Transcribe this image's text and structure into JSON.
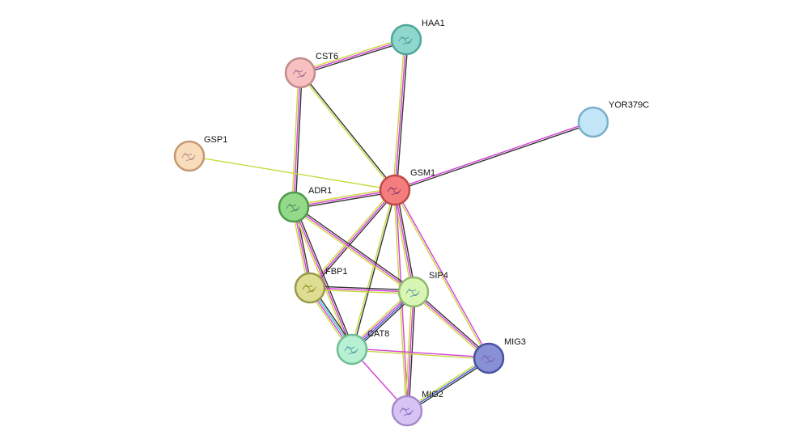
{
  "network": {
    "nodes": [
      {
        "id": "HAA1",
        "label": "HAA1",
        "fill": "#8fd6cc",
        "stroke": "#4ea79b",
        "glyph": "#3f8f86"
      },
      {
        "id": "CST6",
        "label": "CST6",
        "fill": "#f7c1c1",
        "stroke": "#c48a8a",
        "glyph": "#a05a8a"
      },
      {
        "id": "YOR379C",
        "label": "YOR379C",
        "fill": "#c2e6f8",
        "stroke": "#7aaec8",
        "glyph": "#c2e6f8"
      },
      {
        "id": "GSP1",
        "label": "GSP1",
        "fill": "#f8dcbb",
        "stroke": "#c49a72",
        "glyph": "#b07a8a"
      },
      {
        "id": "GSM1",
        "label": "GSM1",
        "fill": "#f47e7e",
        "stroke": "#c24848",
        "glyph": "#7a2a6a"
      },
      {
        "id": "ADR1",
        "label": "ADR1",
        "fill": "#92d98a",
        "stroke": "#4f9a48",
        "glyph": "#3a7a5a"
      },
      {
        "id": "FBP1",
        "label": "FBP1",
        "fill": "#dede92",
        "stroke": "#9a9a4c",
        "glyph": "#8a7a10"
      },
      {
        "id": "SIP4",
        "label": "SIP4",
        "fill": "#d8f5b4",
        "stroke": "#8fba6e",
        "glyph": "#4a8a9a"
      },
      {
        "id": "CAT8",
        "label": "CAT8",
        "fill": "#b8f0d4",
        "stroke": "#6fbe94",
        "glyph": "#3a8a9a"
      },
      {
        "id": "MIG3",
        "label": "MIG3",
        "fill": "#8890d6",
        "stroke": "#4a52a0",
        "glyph": "#7a5aa0"
      },
      {
        "id": "MIG2",
        "label": "MIG2",
        "fill": "#d8c4f4",
        "stroke": "#a48cc8",
        "glyph": "#7a5ab0"
      }
    ],
    "edge_colors": {
      "black": "#333333",
      "magenta": "#d63ed6",
      "yellow": "#c8d83c",
      "blue": "#3c5ad6",
      "cyan": "#3cc8d6",
      "purple": "#5a3c8a"
    },
    "edges": [
      {
        "from": "HAA1",
        "to": "CST6",
        "types": [
          "black",
          "magenta",
          "yellow"
        ]
      },
      {
        "from": "HAA1",
        "to": "GSM1",
        "types": [
          "black",
          "magenta",
          "yellow"
        ]
      },
      {
        "from": "CST6",
        "to": "GSM1",
        "types": [
          "black",
          "yellow"
        ]
      },
      {
        "from": "CST6",
        "to": "ADR1",
        "types": [
          "black",
          "magenta",
          "yellow"
        ]
      },
      {
        "from": "YOR379C",
        "to": "GSM1",
        "types": [
          "black",
          "magenta"
        ]
      },
      {
        "from": "GSP1",
        "to": "GSM1",
        "types": [
          "yellow"
        ]
      },
      {
        "from": "GSM1",
        "to": "ADR1",
        "types": [
          "black",
          "magenta",
          "yellow"
        ]
      },
      {
        "from": "GSM1",
        "to": "FBP1",
        "types": [
          "black",
          "magenta",
          "yellow"
        ]
      },
      {
        "from": "GSM1",
        "to": "SIP4",
        "types": [
          "black",
          "magenta",
          "yellow"
        ]
      },
      {
        "from": "GSM1",
        "to": "CAT8",
        "types": [
          "black",
          "yellow"
        ]
      },
      {
        "from": "GSM1",
        "to": "MIG3",
        "types": [
          "magenta",
          "yellow"
        ]
      },
      {
        "from": "GSM1",
        "to": "MIG2",
        "types": [
          "magenta",
          "yellow"
        ]
      },
      {
        "from": "ADR1",
        "to": "FBP1",
        "types": [
          "black",
          "magenta",
          "yellow"
        ]
      },
      {
        "from": "ADR1",
        "to": "SIP4",
        "types": [
          "black",
          "magenta",
          "yellow"
        ]
      },
      {
        "from": "ADR1",
        "to": "CAT8",
        "types": [
          "black",
          "magenta",
          "yellow"
        ]
      },
      {
        "from": "FBP1",
        "to": "SIP4",
        "types": [
          "black",
          "magenta",
          "yellow"
        ]
      },
      {
        "from": "FBP1",
        "to": "CAT8",
        "types": [
          "black",
          "cyan",
          "magenta",
          "yellow"
        ]
      },
      {
        "from": "SIP4",
        "to": "CAT8",
        "types": [
          "black",
          "blue",
          "magenta",
          "yellow"
        ]
      },
      {
        "from": "SIP4",
        "to": "MIG3",
        "types": [
          "black",
          "magenta",
          "yellow"
        ]
      },
      {
        "from": "SIP4",
        "to": "MIG2",
        "types": [
          "black",
          "magenta",
          "yellow"
        ]
      },
      {
        "from": "CAT8",
        "to": "MIG3",
        "types": [
          "magenta",
          "yellow"
        ]
      },
      {
        "from": "CAT8",
        "to": "MIG2",
        "types": [
          "magenta"
        ]
      },
      {
        "from": "MIG3",
        "to": "MIG2",
        "types": [
          "black",
          "blue",
          "yellow"
        ]
      }
    ]
  }
}
